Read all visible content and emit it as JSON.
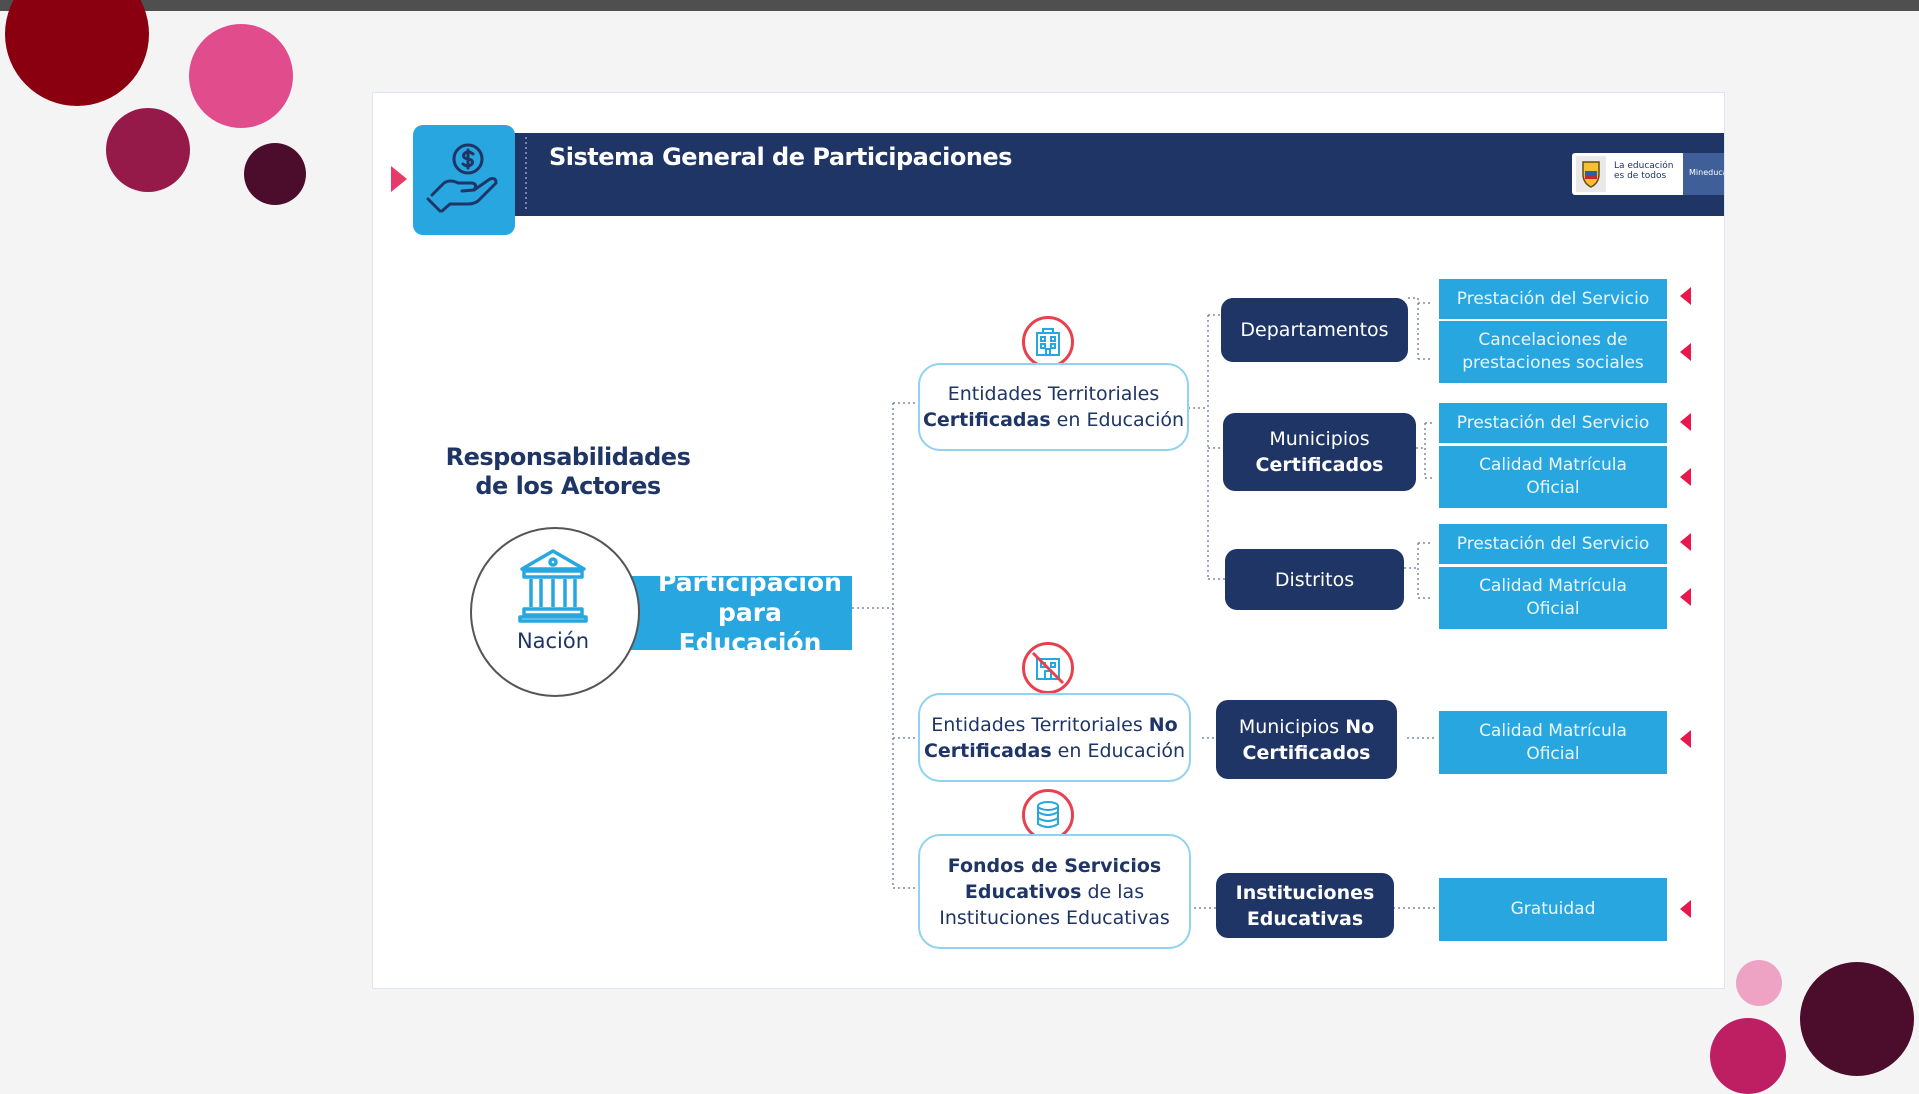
{
  "header": {
    "title": "Sistema General de Participaciones",
    "logo_text_1": "La educación",
    "logo_text_2": "es de todos",
    "logo_text_3": "Mineducación"
  },
  "diagram": {
    "responsibilities_title_1": "Responsabilidades",
    "responsibilities_title_2": "de los Actores",
    "root_label": "Nación",
    "participation_label_1": "Participación",
    "participation_label_2": "para Educación",
    "etc_certificadas": {
      "pre": "Entidades Territoriales",
      "bold": "Certificadas",
      "post": " en Educación"
    },
    "etc_no_certificadas": {
      "pre": "Entidades Territoriales ",
      "bold1": "No",
      "bold2": "Certificadas",
      "post": " en Educación"
    },
    "fondos": {
      "bold1": "Fondos de Servicios",
      "bold2": "Educativos",
      "post1": " de las",
      "line3": "Instituciones Educativas"
    },
    "departamentos": "Departamentos",
    "municipios_certificados": {
      "line1": "Municipios",
      "line2": "Certificados"
    },
    "distritos": "Distritos",
    "municipios_no_certificados": {
      "pre": "Municipios ",
      "bold1": "No",
      "bold2": "Certificados"
    },
    "instituciones_educativas": {
      "line1": "Instituciones",
      "line2": "Educativas"
    },
    "resp_prestacion": "Prestación del Servicio",
    "resp_cancelaciones": "Cancelaciones de prestaciones sociales",
    "resp_calidad": "Calidad Matrícula Oficial",
    "resp_gratuidad": "Gratuidad"
  },
  "colors": {
    "navy": "#1e3566",
    "blue": "#27a6df",
    "pink_arrow": "#e8184d",
    "badge_red": "#e8404f",
    "deco_dark_red": "#8b0010",
    "deco_pink": "#e04c8c",
    "deco_magenta": "#951a4a",
    "deco_plum": "#4c0d2c",
    "deco_light_pink": "#eea2c4",
    "deco_raspberry": "#bd1f62"
  },
  "icons": [
    "money-hand-icon",
    "bank-building-icon",
    "school-building-icon",
    "no-school-icon",
    "coins-icon",
    "colombia-shield-icon"
  ]
}
